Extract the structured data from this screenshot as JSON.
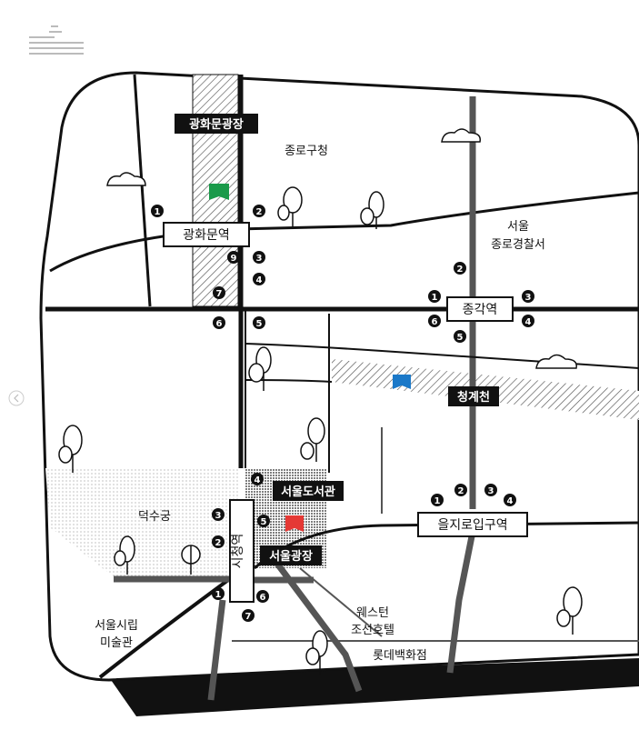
{
  "labels": {
    "gwanghwamun_plaza": "광화문광장",
    "jongno_gu_office": "종로구청",
    "seoul": "서울",
    "jongno_police": "종로경찰서",
    "cheonggyecheon": "청계천",
    "deoksugung": "덕수궁",
    "seoul_library": "서울도서관",
    "seoul_plaza": "서울광장",
    "westin_1": "웨스턴",
    "westin_2": "조선호텔",
    "lotte": "롯데백화점",
    "sema_1": "서울시립",
    "sema_2": "미술관"
  },
  "stations": {
    "gwanghwamun": "광화문역",
    "jonggak": "종각역",
    "euljiro1ga": "을지로입구역",
    "cityhall": "시청역"
  },
  "exits": {
    "gwanghwamun": [
      "1",
      "2",
      "3",
      "9",
      "4",
      "7",
      "6",
      "5"
    ],
    "jonggak": [
      "2",
      "1",
      "3",
      "6",
      "4",
      "5"
    ],
    "euljiro": [
      "2",
      "3",
      "1",
      "4"
    ],
    "cityhall": [
      "4",
      "3",
      "5",
      "2",
      "1",
      "6",
      "7"
    ]
  },
  "colors": {
    "library_marker": "#1a9a4a",
    "cheonggye_marker": "#1a78c8",
    "seoul_library_marker": "#e53935"
  },
  "icons": [
    "book-marker-icon",
    "tree-icon",
    "cloud-icon",
    "logo-icon"
  ]
}
